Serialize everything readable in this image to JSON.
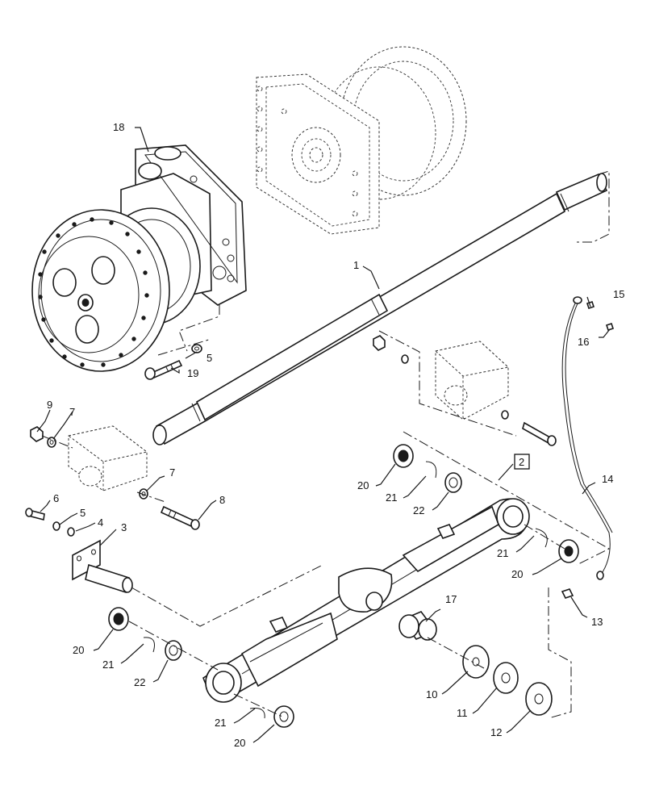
{
  "diagram": {
    "callouts": {
      "c1": "1",
      "c2": "2",
      "c3": "3",
      "c4": "4",
      "c5a": "5",
      "c5b": "5",
      "c6": "6",
      "c7a": "7",
      "c7b": "7",
      "c8": "8",
      "c9": "9",
      "c10": "10",
      "c11": "11",
      "c12": "12",
      "c13": "13",
      "c14": "14",
      "c15": "15",
      "c16": "16",
      "c17": "17",
      "c18": "18",
      "c19": "19",
      "c20a": "20",
      "c20b": "20",
      "c20c": "20",
      "c20d": "20",
      "c21a": "21",
      "c21b": "21",
      "c21c": "21",
      "c21d": "21",
      "c22a": "22",
      "c22b": "22"
    }
  }
}
